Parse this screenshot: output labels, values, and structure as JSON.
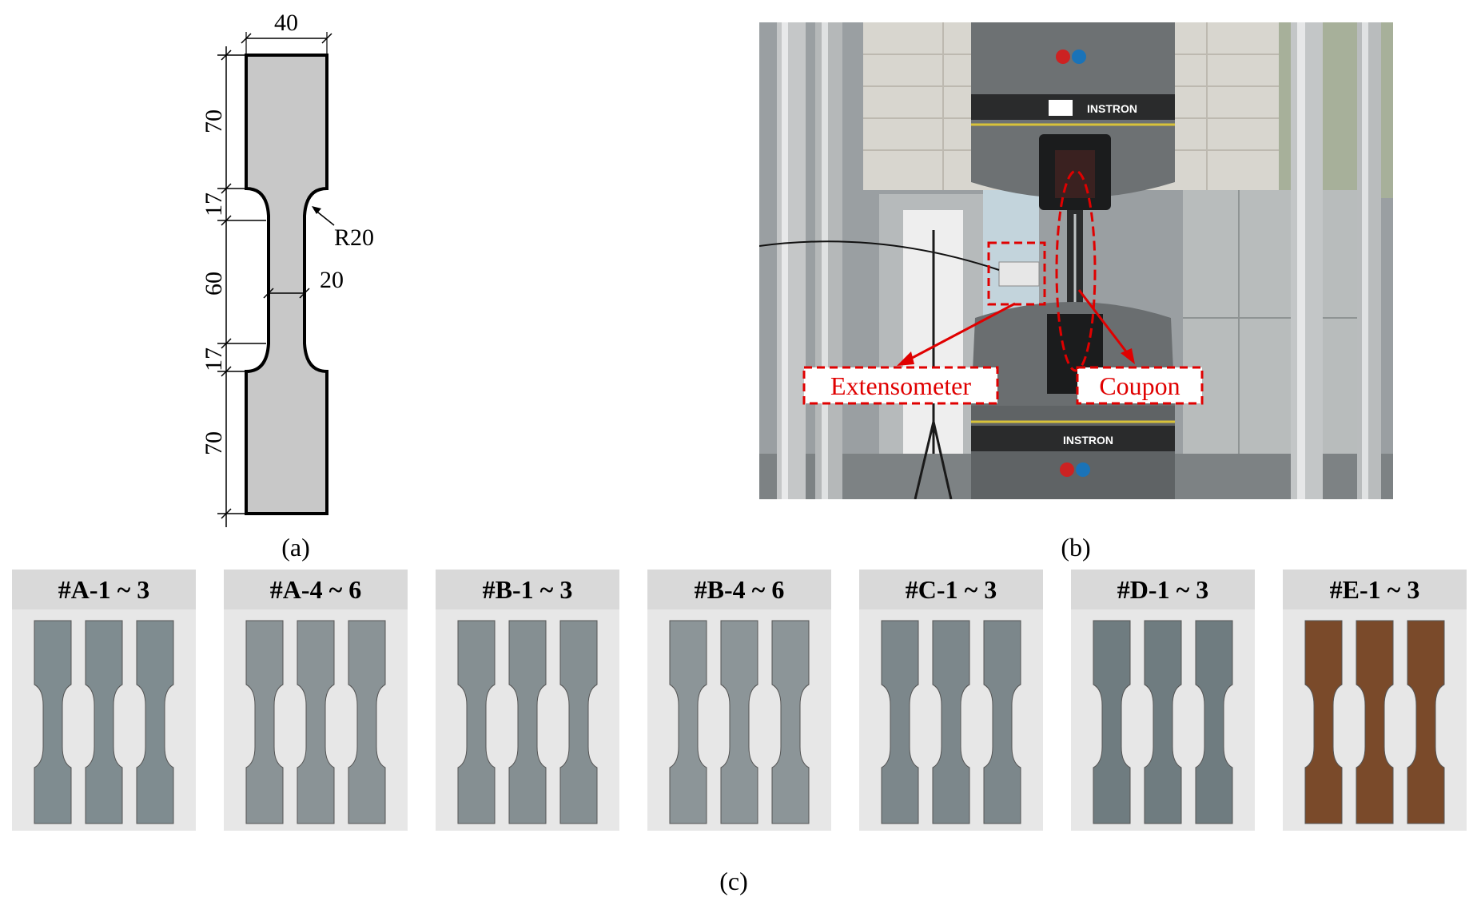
{
  "panel_a": {
    "caption": "(a)",
    "dims": {
      "width_top": "40",
      "grip_top": "70",
      "transition_top": "17",
      "gauge": "60",
      "transition_bottom": "17",
      "grip_bottom": "70",
      "gauge_width": "20",
      "radius": "R20"
    },
    "colors": {
      "specimen_fill": "#c8c8c8",
      "outline": "#000000"
    }
  },
  "panel_b": {
    "caption": "(b)",
    "brand_top": "INSTRON",
    "brand_bottom": "INSTRON",
    "label_extensometer": "Extensometer",
    "label_coupon": "Coupon",
    "colors": {
      "annotation": "#e00000"
    }
  },
  "panel_c": {
    "caption": "(c)",
    "groups": [
      {
        "label": "#A-1 ~ 3",
        "tone": "#7f8c90"
      },
      {
        "label": "#A-4 ~ 6",
        "tone": "#8a9396"
      },
      {
        "label": "#B-1 ~ 3",
        "tone": "#858f92"
      },
      {
        "label": "#B-4 ~ 6",
        "tone": "#8c9598"
      },
      {
        "label": "#C-1 ~ 3",
        "tone": "#7c878b"
      },
      {
        "label": "#D-1 ~ 3",
        "tone": "#6f7c80"
      },
      {
        "label": "#E-1 ~ 3",
        "tone": "#7a4a2a"
      }
    ]
  }
}
